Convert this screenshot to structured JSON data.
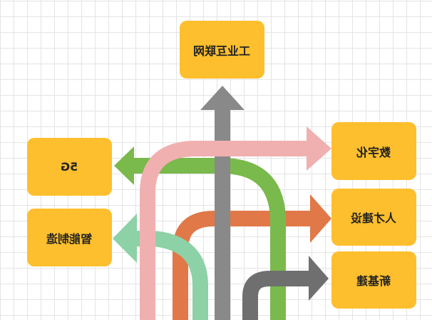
{
  "nodes": {
    "top": "工业互联网",
    "left1": "5G",
    "left2": "智能制造",
    "right1": "数字化",
    "right2": "人才建设",
    "right3": "新基建"
  },
  "colors": {
    "box": "#fdbf2d",
    "gray": "#898989",
    "pink": "#f0b0b0",
    "green": "#7ab94c",
    "orange": "#e07848",
    "teal": "#8dd1a6",
    "darkgray": "#6f6f6f"
  }
}
